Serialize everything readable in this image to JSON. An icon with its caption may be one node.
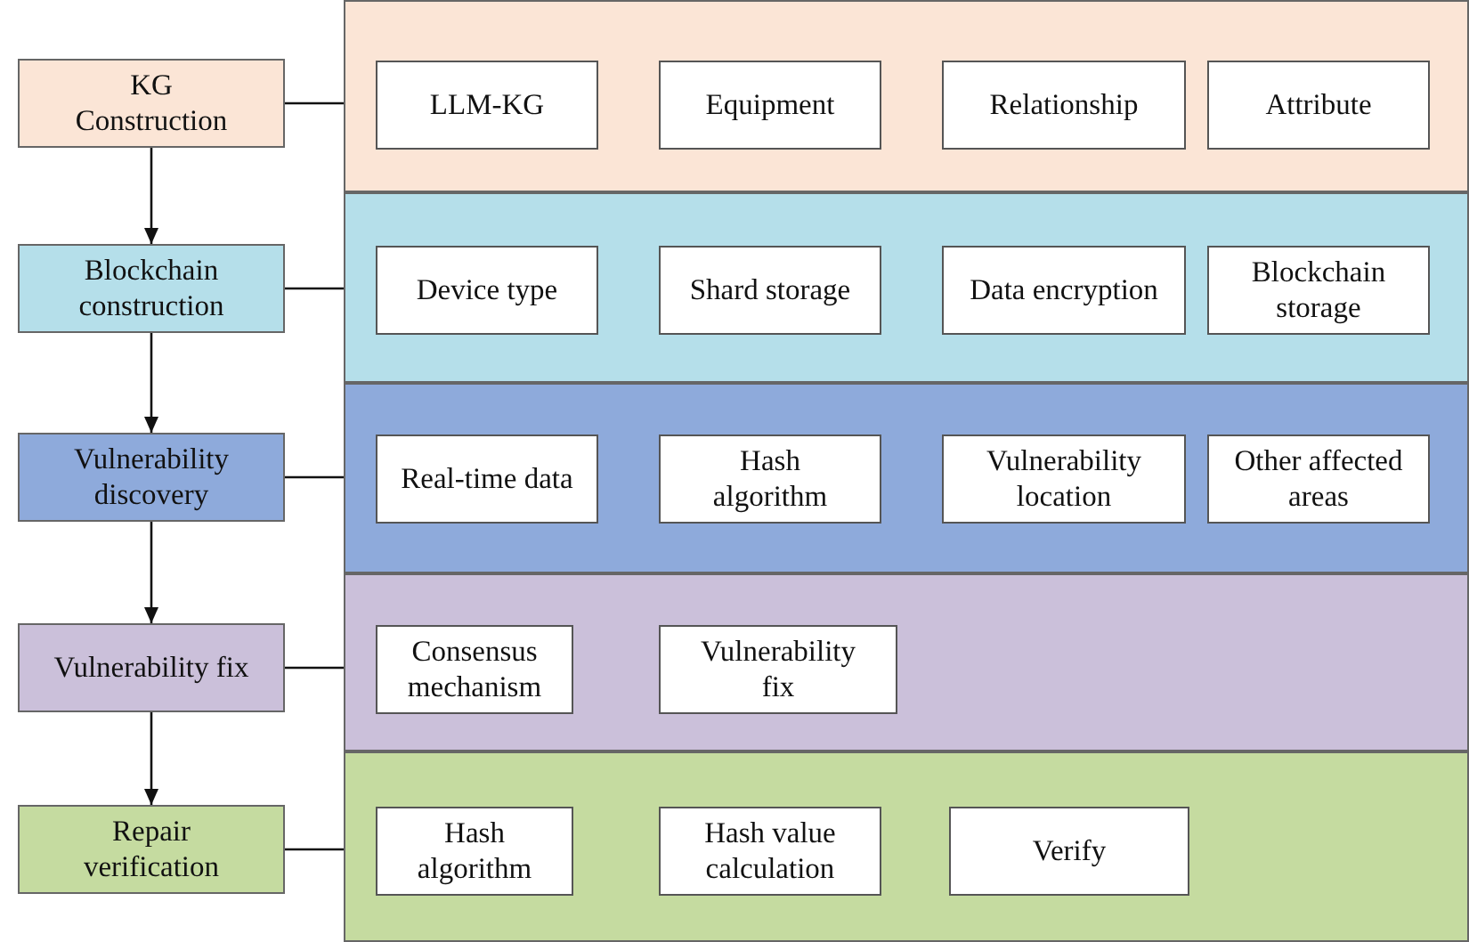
{
  "diagram": {
    "nodes": [
      {
        "text": [
          "KG Construction"
        ]
      },
      {
        "text": [],
        "shape": "box"
      },
      {
        "text": [
          "LLM-KG"
        ],
        "in": 1
      },
      {
        "text": [
          "Equipment"
        ],
        "in": 1
      },
      {
        "text": [
          "Relationship"
        ],
        "in": 1
      },
      {
        "text": [
          "Attribute"
        ],
        "in": 1
      },
      {
        "text": [
          "Blockchain construction"
        ]
      },
      {
        "text": [],
        "shape": "box"
      },
      {
        "text": [
          "Device type"
        ],
        "in": 7
      },
      {
        "text": [
          "Shard storage"
        ],
        "in": 7
      },
      {
        "text": [
          "Data encryption"
        ],
        "in": 7
      },
      {
        "text": [
          "Blockchain storage"
        ],
        "in": 7
      },
      {
        "text": [
          "Vulnerability discovery"
        ]
      },
      {
        "text": [],
        "shape": "box"
      },
      {
        "text": [
          "Real-time data"
        ],
        "in": 13
      },
      {
        "text": [
          "Hash algorithm"
        ],
        "in": 13
      },
      {
        "text": [
          "Vulnerability location"
        ],
        "in": 13
      },
      {
        "text": [
          "Other affected areas"
        ],
        "in": 13
      },
      {
        "text": [
          "Vulnerability fix"
        ]
      },
      {
        "text": [],
        "shape": "box"
      },
      {
        "text": [
          "Consensus mechanism"
        ],
        "in": 19
      },
      {
        "text": [
          "Vulnerability fix"
        ],
        "in": 19
      },
      {
        "text": [
          "Repair verification"
        ]
      },
      {
        "text": [],
        "shape": "box"
      },
      {
        "text": [
          "Hash algorithm"
        ],
        "in": 23
      },
      {
        "text": [
          "Hash value calculation"
        ],
        "in": 23
      },
      {
        "text": [
          "Verify"
        ],
        "in": 23
      }
    ],
    "edges": [
      {
        "from": 0,
        "to": 1,
        "arrow": "none"
      },
      {
        "from": 6,
        "to": 7,
        "arrow": "none"
      },
      {
        "from": 12,
        "to": 13,
        "arrow": "none"
      },
      {
        "from": 18,
        "to": 19,
        "arrow": "none"
      },
      {
        "from": 22,
        "to": 23,
        "arrow": "none"
      },
      {
        "from": 0,
        "to": 6,
        "arrow": "to"
      },
      {
        "from": 6,
        "to": 12,
        "arrow": "to"
      },
      {
        "from": 12,
        "to": 18,
        "arrow": "to"
      },
      {
        "from": 18,
        "to": 22,
        "arrow": "to"
      }
    ]
  }
}
